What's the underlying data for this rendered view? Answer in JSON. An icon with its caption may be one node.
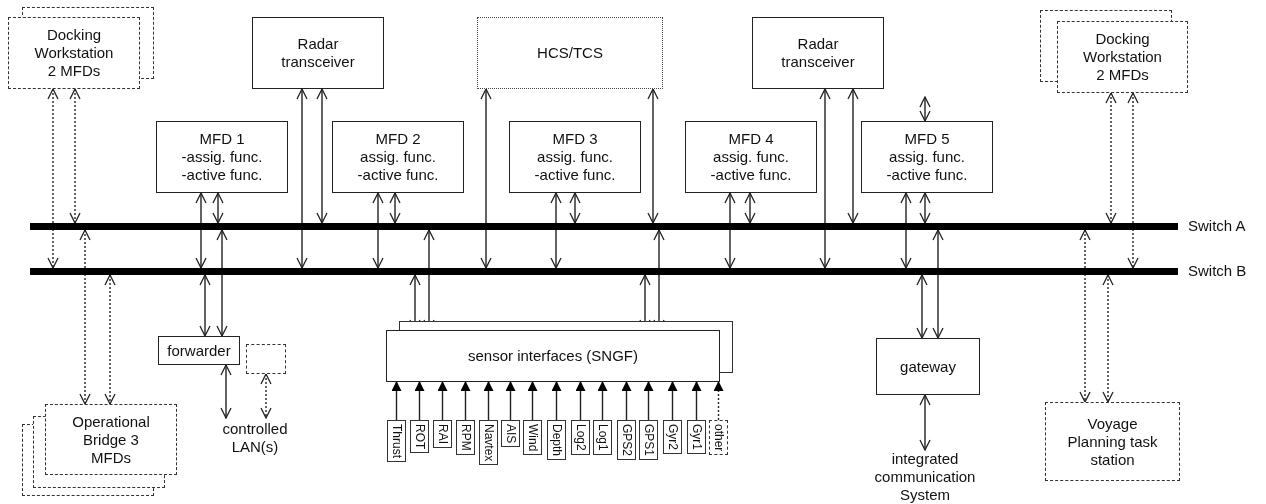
{
  "diagram": {
    "nodes": [
      {
        "text": [
          "Docking Workstation 2 MFDs"
        ]
      },
      {
        "text": [
          "Radar transceiver"
        ]
      },
      {
        "text": [
          "HCS/TCS"
        ]
      },
      {
        "text": [
          "Radar transceiver"
        ]
      },
      {
        "text": [
          "Docking Workstation 2 MFDs"
        ]
      },
      {
        "text": [
          "MFD 1",
          "-assig. func.",
          "-active func."
        ]
      },
      {
        "text": [
          "MFD 2",
          "assig. func.",
          "-active func."
        ]
      },
      {
        "text": [
          "MFD 3",
          "assig. func.",
          "-active func."
        ]
      },
      {
        "text": [
          "MFD 4",
          "assig. func.",
          "-active func."
        ]
      },
      {
        "text": [
          "MFD 5",
          "assig. func.",
          "-active func."
        ]
      },
      {
        "text": [],
        "shape": "bar",
        "beside": [
          "Switch A"
        ]
      },
      {
        "text": [],
        "shape": "bar",
        "beside": [
          "Switch B"
        ]
      },
      {
        "text": [
          "forwarder"
        ]
      },
      {
        "text": [],
        "shape": "box"
      },
      {
        "text": [
          "controlled LAN(s)"
        ]
      },
      {
        "text": [
          "sensor interfaces (SNGF)"
        ]
      },
      {
        "text": [
          "Thrust"
        ]
      },
      {
        "text": [
          "ROT"
        ]
      },
      {
        "text": [
          "RAI"
        ]
      },
      {
        "text": [
          "RPM"
        ]
      },
      {
        "text": [
          "Navtex"
        ]
      },
      {
        "text": [
          "AIS"
        ]
      },
      {
        "text": [
          "Wind"
        ]
      },
      {
        "text": [
          "Depth"
        ]
      },
      {
        "text": [
          "Log2"
        ]
      },
      {
        "text": [
          "Log1"
        ]
      },
      {
        "text": [
          "GPS2"
        ]
      },
      {
        "text": [
          "GPS1"
        ]
      },
      {
        "text": [
          "Gyr2"
        ]
      },
      {
        "text": [
          "Gyr1"
        ]
      },
      {
        "text": [
          "other"
        ]
      },
      {
        "text": [
          "gateway"
        ]
      },
      {
        "text": [
          "integrated communication System"
        ]
      },
      {
        "text": [
          "Operational Bridge 3 MFDs"
        ]
      },
      {
        "text": [
          "Voyage Planning task station"
        ]
      }
    ],
    "edges": [
      {
        "from": 0,
        "to": 11,
        "arrow": "both",
        "style": "dashed"
      },
      {
        "from": 0,
        "to": 10,
        "arrow": "both",
        "style": "dashed"
      },
      {
        "from": 1,
        "to": 11,
        "arrow": "both"
      },
      {
        "from": 1,
        "to": 10,
        "arrow": "both"
      },
      {
        "from": 2,
        "to": 11,
        "arrow": "both"
      },
      {
        "from": 2,
        "to": 10,
        "arrow": "both"
      },
      {
        "from": 3,
        "to": 11,
        "arrow": "both"
      },
      {
        "from": 3,
        "to": 10,
        "arrow": "both"
      },
      {
        "from": 4,
        "to": 10,
        "arrow": "both",
        "style": "dashed"
      },
      {
        "from": 4,
        "to": 11,
        "arrow": "both",
        "style": "dashed"
      },
      {
        "from": 5,
        "to": 11,
        "arrow": "both"
      },
      {
        "from": 5,
        "to": 10,
        "arrow": "both"
      },
      {
        "from": 6,
        "to": 11,
        "arrow": "both"
      },
      {
        "from": 6,
        "to": 10,
        "arrow": "both"
      },
      {
        "from": 7,
        "to": 11,
        "arrow": "both"
      },
      {
        "from": 7,
        "to": 10,
        "arrow": "both"
      },
      {
        "from": 8,
        "to": 11,
        "arrow": "both"
      },
      {
        "from": 8,
        "to": 10,
        "arrow": "both"
      },
      {
        "from": null,
        "to": 9,
        "arrow": "both"
      },
      {
        "from": 9,
        "to": 11,
        "arrow": "both"
      },
      {
        "from": 9,
        "to": 10,
        "arrow": "both"
      },
      {
        "from": 10,
        "to": 33,
        "arrow": "both",
        "style": "dashed"
      },
      {
        "from": 11,
        "to": 33,
        "arrow": "both",
        "style": "dashed"
      },
      {
        "from": 11,
        "to": 12,
        "arrow": "both"
      },
      {
        "from": 10,
        "to": 12,
        "arrow": "both"
      },
      {
        "from": 11,
        "to": 15,
        "arrow": "both"
      },
      {
        "from": 10,
        "to": 15,
        "arrow": "both"
      },
      {
        "from": 11,
        "to": 15,
        "arrow": "both"
      },
      {
        "from": 10,
        "to": 15,
        "arrow": "both"
      },
      {
        "from": 11,
        "to": 31,
        "arrow": "both"
      },
      {
        "from": 10,
        "to": 31,
        "arrow": "both"
      },
      {
        "from": 10,
        "to": 34,
        "arrow": "both",
        "style": "dashed"
      },
      {
        "from": 11,
        "to": 34,
        "arrow": "both",
        "style": "dashed"
      },
      {
        "from": 12,
        "to": 14,
        "arrow": "both"
      },
      {
        "from": 13,
        "to": 14,
        "arrow": "both",
        "style": "dashed"
      },
      {
        "from": 31,
        "to": 32,
        "arrow": "both"
      },
      {
        "from": 16,
        "to": 15,
        "arrow": "to"
      },
      {
        "from": 17,
        "to": 15,
        "arrow": "to"
      },
      {
        "from": 18,
        "to": 15,
        "arrow": "to"
      },
      {
        "from": 19,
        "to": 15,
        "arrow": "to"
      },
      {
        "from": 20,
        "to": 15,
        "arrow": "to"
      },
      {
        "from": 21,
        "to": 15,
        "arrow": "to"
      },
      {
        "from": 22,
        "to": 15,
        "arrow": "to"
      },
      {
        "from": 23,
        "to": 15,
        "arrow": "to"
      },
      {
        "from": 24,
        "to": 15,
        "arrow": "to"
      },
      {
        "from": 25,
        "to": 15,
        "arrow": "to"
      },
      {
        "from": 26,
        "to": 15,
        "arrow": "to"
      },
      {
        "from": 27,
        "to": 15,
        "arrow": "to"
      },
      {
        "from": 28,
        "to": 15,
        "arrow": "to"
      },
      {
        "from": 29,
        "to": 15,
        "arrow": "to"
      },
      {
        "from": 30,
        "to": 15,
        "arrow": "to",
        "style": "dashed"
      }
    ]
  }
}
